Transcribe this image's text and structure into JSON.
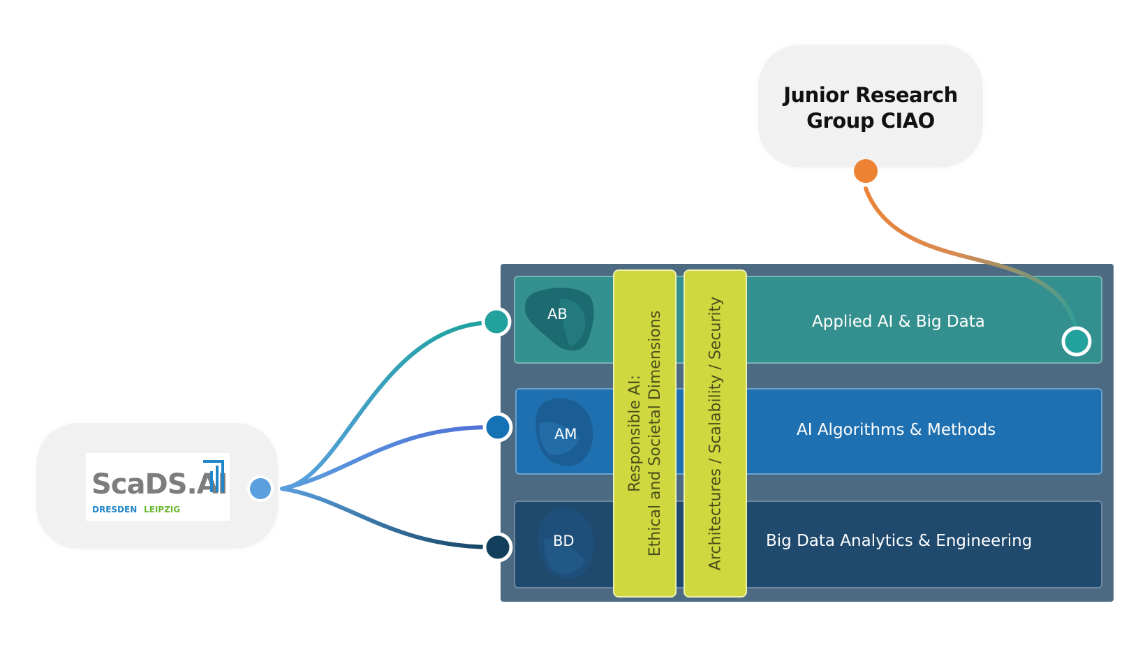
{
  "junior_group": {
    "title": "Junior Research\nGroup CIAO"
  },
  "scads_logo": {
    "wordmark": "ScaDS.AI",
    "city_dresden": "DRESDEN",
    "city_leipzig": "LEIPZIG"
  },
  "rows": [
    {
      "code": "AB",
      "label": "Applied AI & Big Data",
      "color": "#34908e"
    },
    {
      "code": "AM",
      "label": "AI Algorithms & Methods",
      "color": "#1f70b0"
    },
    {
      "code": "BD",
      "label": "Big Data Analytics & Engineering",
      "color": "#1f4a6d"
    }
  ],
  "pillars": [
    {
      "line1": "Responsible AI:",
      "line2": "Ethical and Societal Dimensions"
    },
    {
      "label": "Architectures / Scalability / Security"
    }
  ],
  "colors": {
    "panel": "#4d6a83",
    "pillar": "#cfd83f",
    "connector_orange": "#ed8233",
    "connector_teal": "#23a19c",
    "connector_blue": "#1f86c8",
    "connector_dark": "#123f5c",
    "scads_dot": "#5a9fde"
  }
}
